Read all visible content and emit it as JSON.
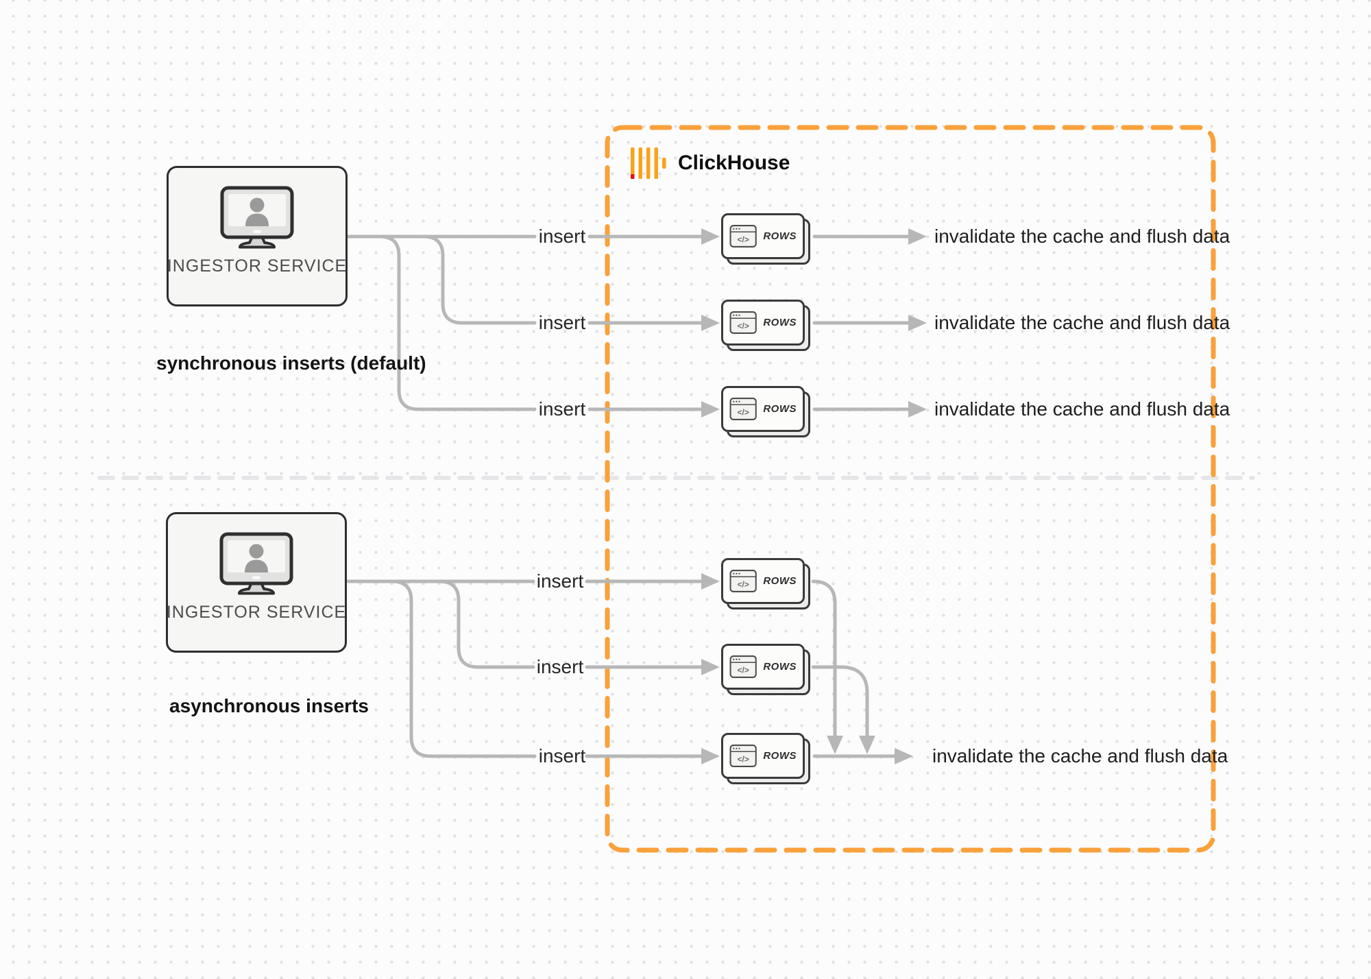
{
  "diagram": {
    "clickhouse_brand": "ClickHouse",
    "code_glyph": "&lt;/&gt;",
    "sync": {
      "service": "INGESTOR SERVICE",
      "caption": "synchronous inserts (default)",
      "rows": [
        {
          "insert": "insert",
          "card": "ROWS",
          "result": "invalidate the cache and flush data"
        },
        {
          "insert": "insert",
          "card": "ROWS",
          "result": "invalidate the cache and flush data"
        },
        {
          "insert": "insert",
          "card": "ROWS",
          "result": "invalidate the cache and flush data"
        }
      ]
    },
    "async": {
      "service": "INGESTOR SERVICE",
      "caption": "asynchronous inserts",
      "rows": [
        {
          "insert": "insert",
          "card": "ROWS"
        },
        {
          "insert": "insert",
          "card": "ROWS"
        },
        {
          "insert": "insert",
          "card": "ROWS"
        }
      ],
      "result": "invalidate the cache and flush data"
    },
    "colors": {
      "accent_orange": "#F9A13B",
      "logo_yellow": "#FAA21B",
      "logo_red": "#E3111C",
      "connector_gray": "#B7B7B7"
    }
  }
}
